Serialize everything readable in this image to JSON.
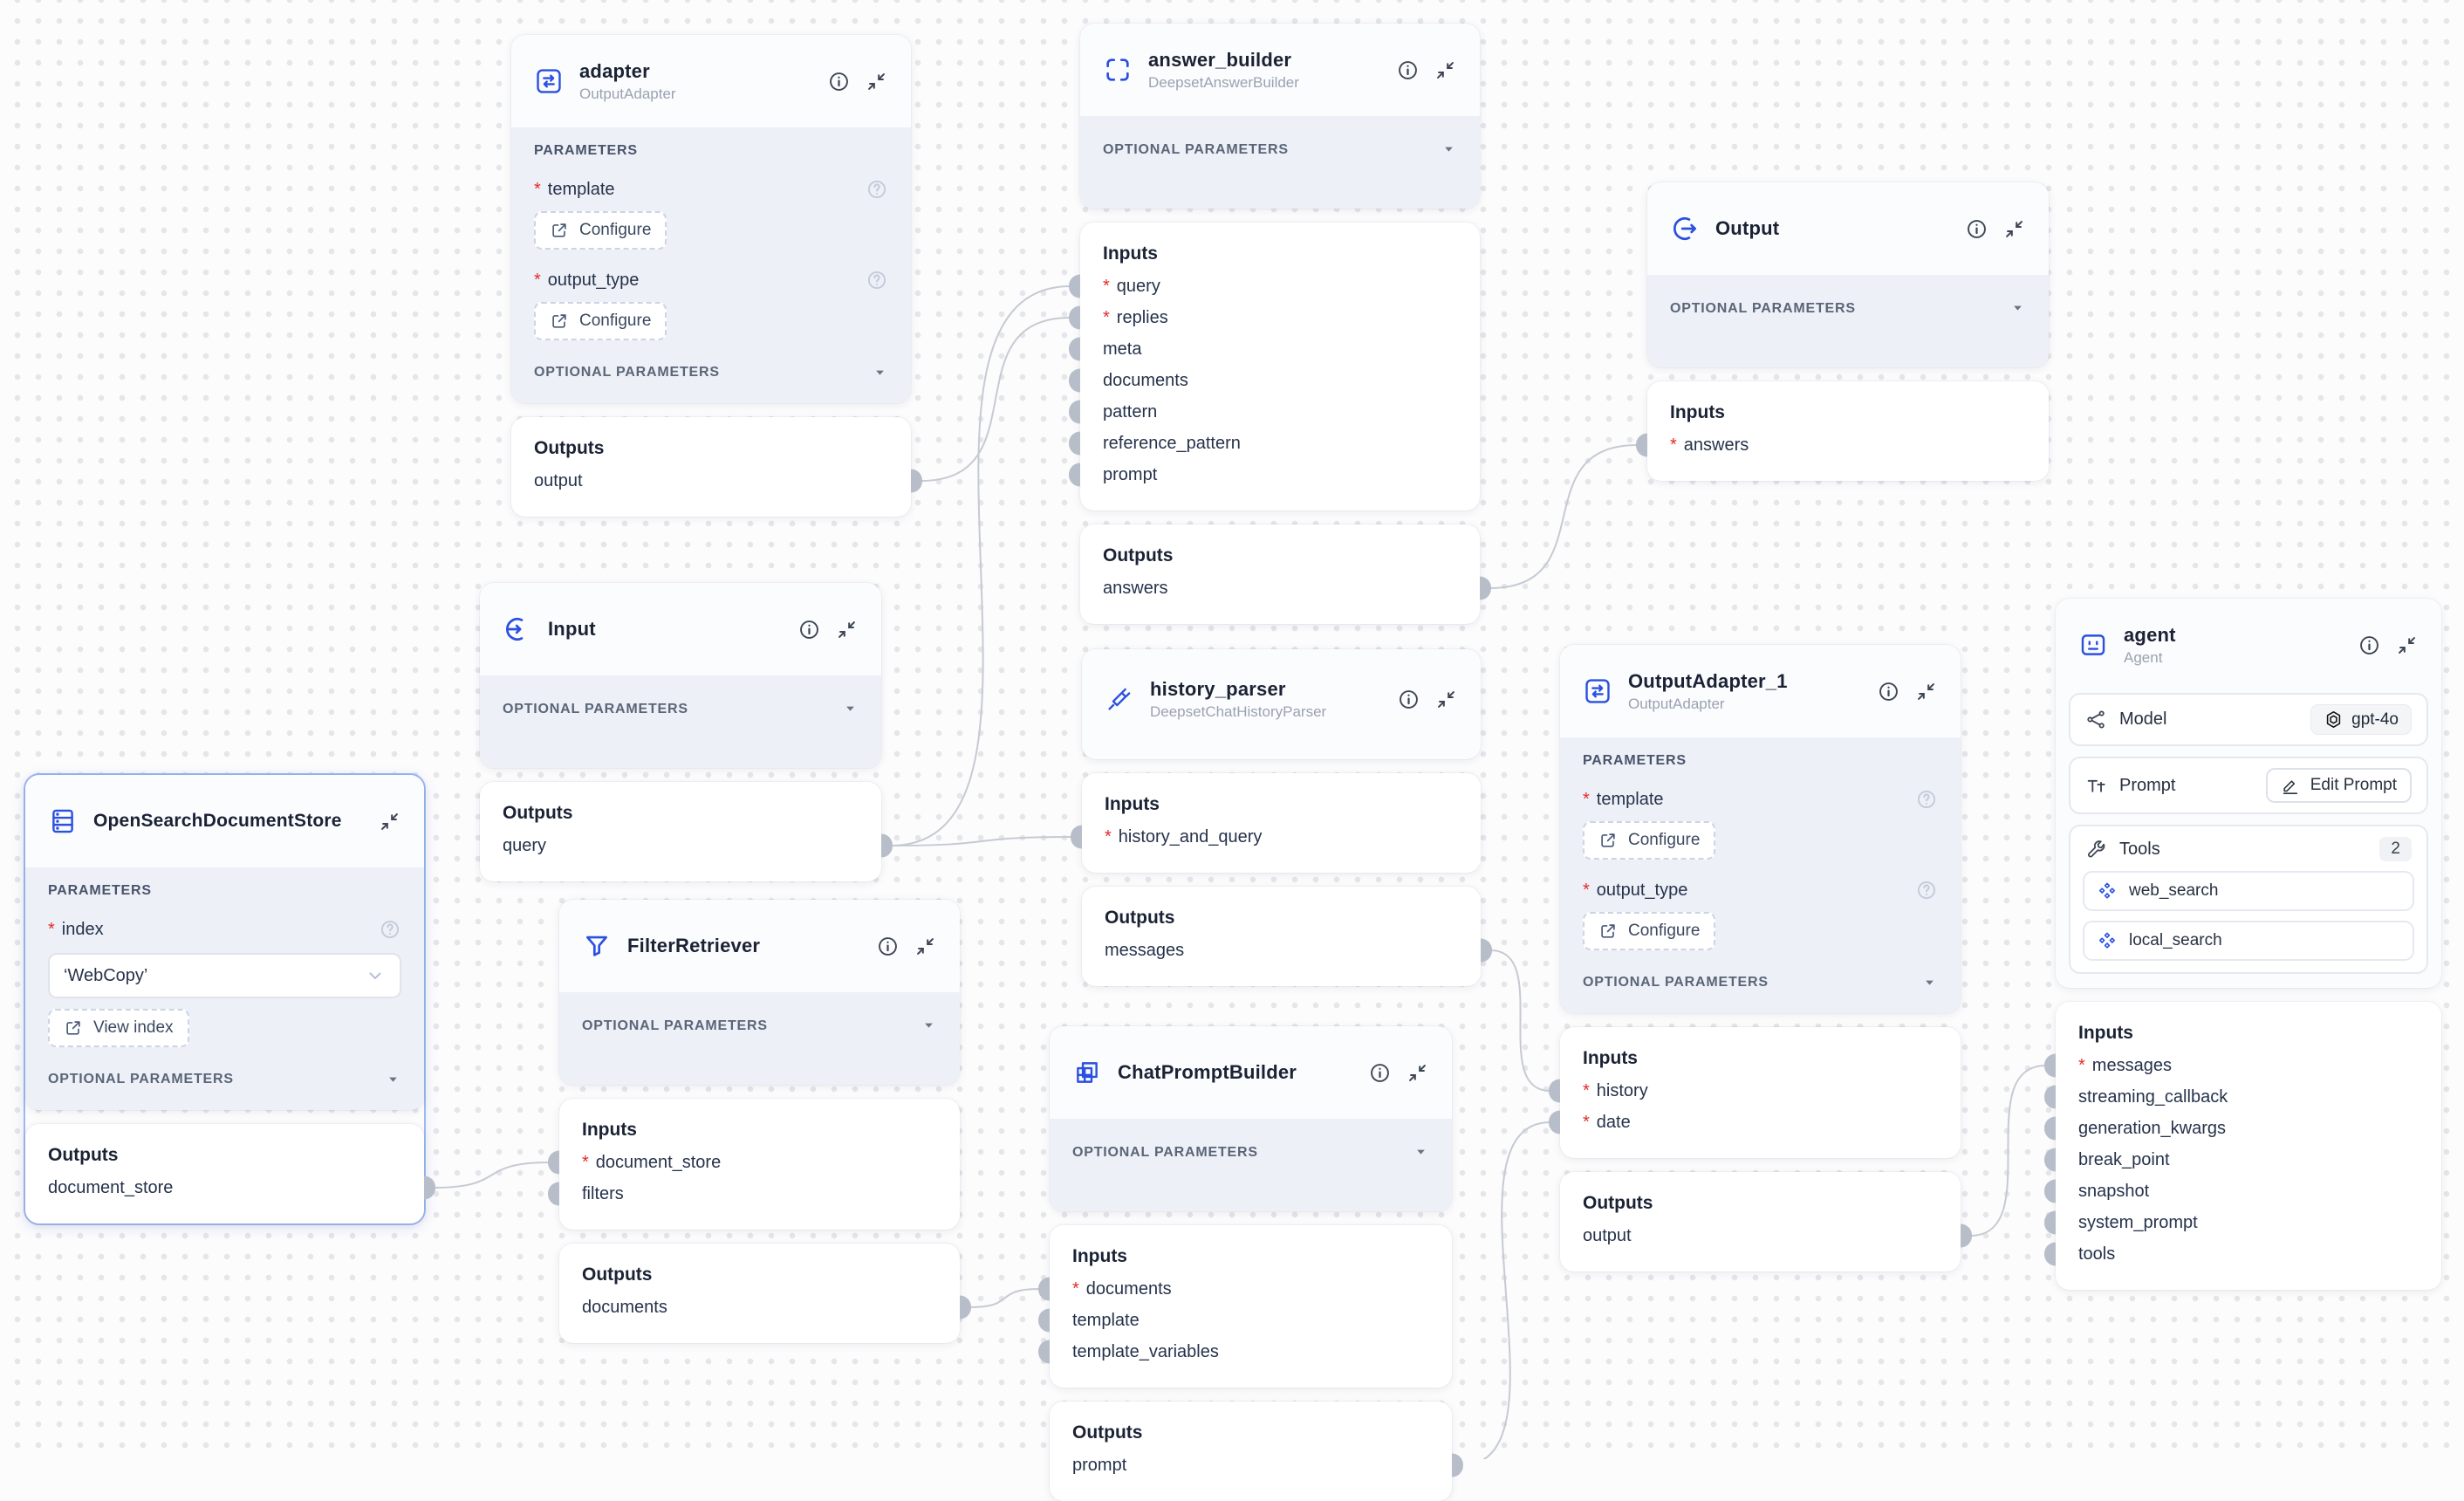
{
  "canvas": {
    "background": "#fcfcfd",
    "dot_color": "#e4e6ea",
    "edge_color": "#c6cad2",
    "handle_color": "#b8bec9",
    "accent_blue": "#2b50e0",
    "selected_border": "#9db9f5"
  },
  "labels": {
    "parameters": "PARAMETERS",
    "optional_parameters": "OPTIONAL PARAMETERS",
    "inputs": "Inputs",
    "outputs": "Outputs",
    "configure": "Configure",
    "view_index": "View index"
  },
  "nodes": [
    {
      "id": "adapter",
      "title": "adapter",
      "subtitle": "OutputAdapter",
      "icon": "output-adapter-icon",
      "params": [
        {
          "name": "template",
          "required": true
        },
        {
          "name": "output_type",
          "required": true
        }
      ],
      "outputs": [
        {
          "name": "output"
        }
      ]
    },
    {
      "id": "answer_builder",
      "title": "answer_builder",
      "subtitle": "DeepsetAnswerBuilder",
      "icon": "scan-corners-icon",
      "inputs": [
        {
          "name": "query",
          "required": true
        },
        {
          "name": "replies",
          "required": true
        },
        {
          "name": "meta"
        },
        {
          "name": "documents"
        },
        {
          "name": "pattern"
        },
        {
          "name": "reference_pattern"
        },
        {
          "name": "prompt"
        }
      ],
      "outputs": [
        {
          "name": "answers"
        }
      ]
    },
    {
      "id": "output",
      "title": "Output",
      "icon": "output-icon",
      "inputs": [
        {
          "name": "answers",
          "required": true
        }
      ]
    },
    {
      "id": "input",
      "title": "Input",
      "icon": "input-icon",
      "outputs": [
        {
          "name": "query"
        }
      ]
    },
    {
      "id": "history_parser",
      "title": "history_parser",
      "subtitle": "DeepsetChatHistoryParser",
      "icon": "plug-icon",
      "inputs": [
        {
          "name": "history_and_query",
          "required": true
        }
      ],
      "outputs": [
        {
          "name": "messages"
        }
      ]
    },
    {
      "id": "outputadapter_1",
      "title": "OutputAdapter_1",
      "subtitle": "OutputAdapter",
      "icon": "output-adapter-icon",
      "params": [
        {
          "name": "template",
          "required": true
        },
        {
          "name": "output_type",
          "required": true
        }
      ],
      "inputs": [
        {
          "name": "history",
          "required": true
        },
        {
          "name": "date",
          "required": true
        }
      ],
      "outputs": [
        {
          "name": "output"
        }
      ]
    },
    {
      "id": "agent",
      "title": "agent",
      "subtitle": "Agent",
      "icon": "agent-icon",
      "model": {
        "label": "Model",
        "value": "gpt-4o",
        "value_icon": "openai-icon"
      },
      "prompt": {
        "label": "Prompt",
        "action": "Edit Prompt"
      },
      "tools": {
        "label": "Tools",
        "count": "2",
        "items": [
          {
            "name": "web_search"
          },
          {
            "name": "local_search"
          }
        ]
      },
      "inputs": [
        {
          "name": "messages",
          "required": true
        },
        {
          "name": "streaming_callback"
        },
        {
          "name": "generation_kwargs"
        },
        {
          "name": "break_point"
        },
        {
          "name": "snapshot"
        },
        {
          "name": "system_prompt"
        },
        {
          "name": "tools"
        }
      ]
    },
    {
      "id": "opensearchdocumentstore",
      "title": "OpenSearchDocumentStore",
      "icon": "database-icon",
      "selected": true,
      "params": [
        {
          "name": "index",
          "required": true,
          "value": "‘WebCopy’"
        }
      ],
      "outputs": [
        {
          "name": "document_store"
        }
      ]
    },
    {
      "id": "filterretriever",
      "title": "FilterRetriever",
      "icon": "funnel-icon",
      "inputs": [
        {
          "name": "document_store",
          "required": true
        },
        {
          "name": "filters"
        }
      ],
      "outputs": [
        {
          "name": "documents"
        }
      ]
    },
    {
      "id": "chatpromptbuilder",
      "title": "ChatPromptBuilder",
      "icon": "grid-icon",
      "inputs": [
        {
          "name": "documents",
          "required": true
        },
        {
          "name": "template"
        },
        {
          "name": "template_variables"
        }
      ],
      "outputs": [
        {
          "name": "prompt"
        }
      ]
    }
  ],
  "edges": [
    {
      "from": "input.query",
      "to": "answer_builder.query"
    },
    {
      "from": "input.query",
      "to": "history_parser.history_and_query"
    },
    {
      "from": "adapter.output",
      "to": "answer_builder.replies"
    },
    {
      "from": "answer_builder.answers",
      "to": "output.answers"
    },
    {
      "from": "history_parser.messages",
      "to": "outputadapter_1.history"
    },
    {
      "from": "chatpromptbuilder.prompt",
      "to": "outputadapter_1.date"
    },
    {
      "from": "outputadapter_1.output",
      "to": "agent.messages"
    },
    {
      "from": "opensearchdocumentstore.document_store",
      "to": "filterretriever.document_store"
    },
    {
      "from": "filterretriever.documents",
      "to": "chatpromptbuilder.documents"
    }
  ]
}
